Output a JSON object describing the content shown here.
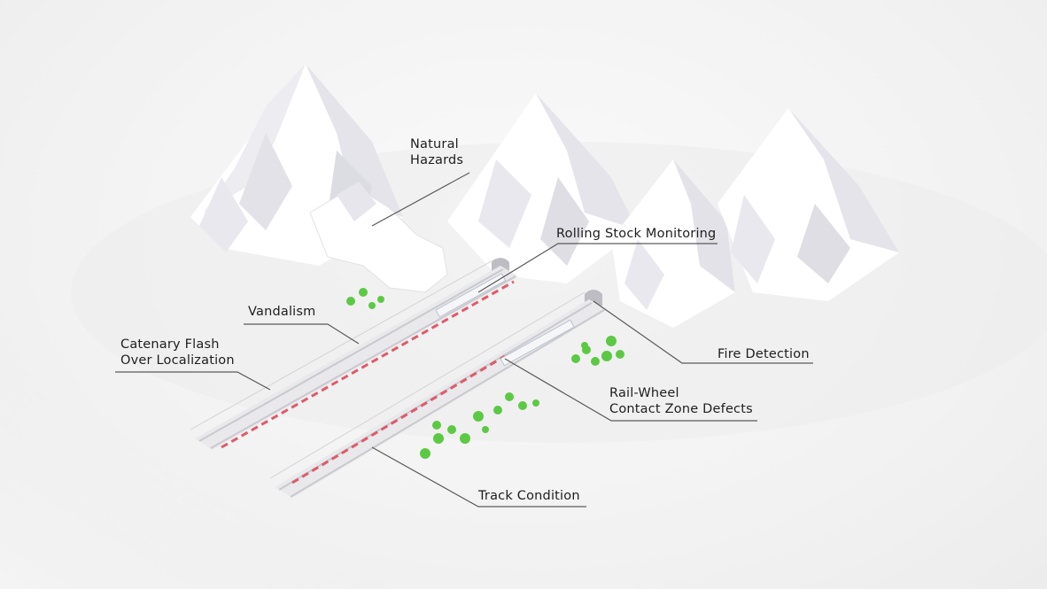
{
  "labels": {
    "natural_hazards": [
      "Natural",
      "Hazards"
    ],
    "rolling_stock_monitoring": [
      "Rolling Stock Monitoring"
    ],
    "vandalism": [
      "Vandalism"
    ],
    "catenary_flash_over_localization": [
      "Catenary Flash",
      "Over Localization"
    ],
    "fire_detection": [
      "Fire Detection"
    ],
    "rail_wheel_contact_zone_defects": [
      "Rail-Wheel",
      "Contact Zone Defects"
    ],
    "track_condition": [
      "Track Condition"
    ]
  },
  "colors": {
    "accent_dashes": "#e05a6a",
    "trees": "#5cc944",
    "mountain_light": "#ffffff",
    "mountain_shadow": "#e6e6ec",
    "leader_line": "#5a5a5a"
  }
}
